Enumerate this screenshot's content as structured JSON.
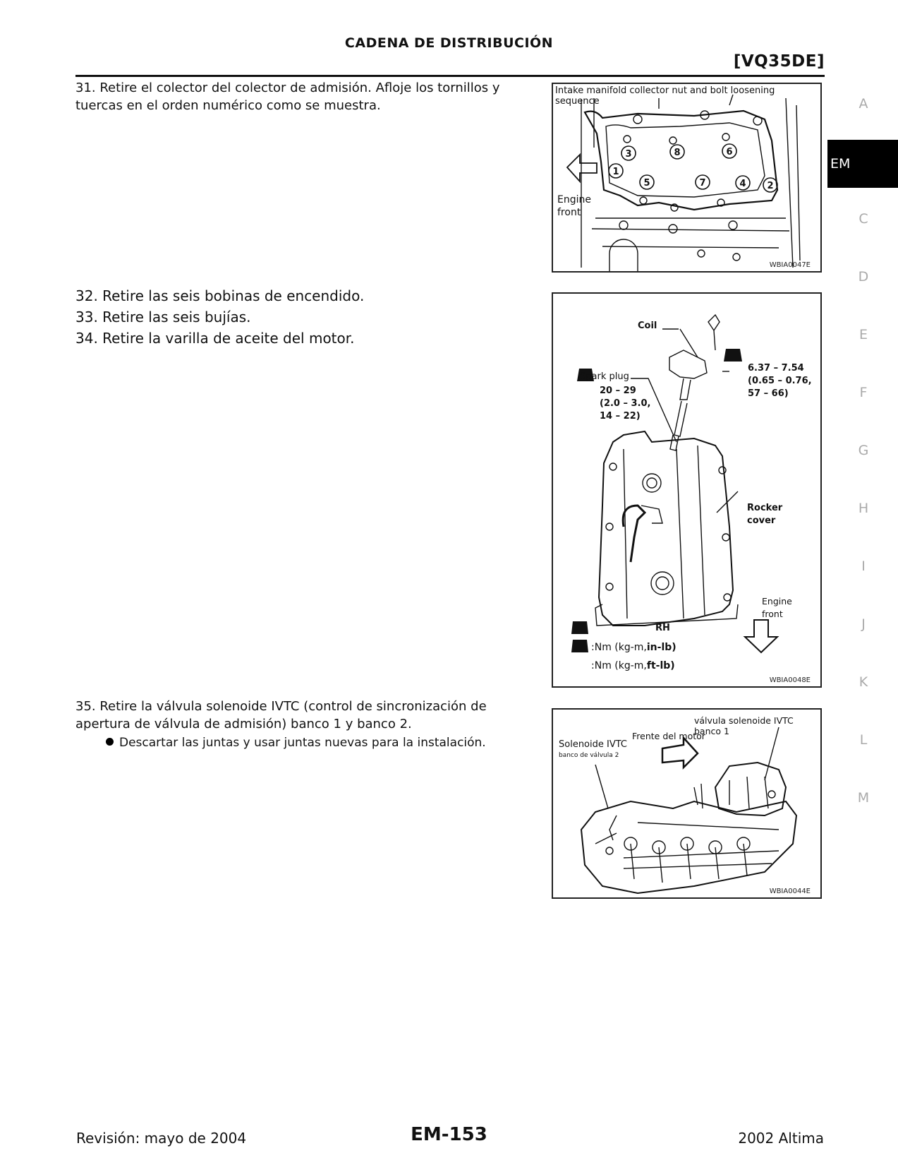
{
  "header": {
    "title": "CADENA DE DISTRIBUCIÓN",
    "engine_code": "[VQ35DE]"
  },
  "side_index": {
    "items": [
      "A",
      "EM",
      "C",
      "D",
      "E",
      "F",
      "G",
      "H",
      "I",
      "J",
      "K",
      "L",
      "M"
    ],
    "active": "EM"
  },
  "steps": {
    "s31": "31. Retire el colector del colector de admisión. Afloje los tornillos y tuercas en el orden numérico como se muestra.",
    "s32": "32. Retire las seis bobinas de encendido.",
    "s33": "33. Retire las seis bujías.",
    "s34": "34. Retire la varilla de aceite del motor.",
    "s35": "35. Retire la válvula solenoide IVTC (control de sincronización de apertura de válvula de admisión) banco 1 y banco 2.",
    "s35_bullet": "Descartar las juntas y usar juntas nuevas para la instalación."
  },
  "figures": {
    "fig1": {
      "title": "Intake manifold collector nut and bolt loosening sequence",
      "engine_front_1": "Engine",
      "engine_front_2": "front",
      "numbers": [
        "1",
        "2",
        "3",
        "4",
        "5",
        "6",
        "7",
        "8"
      ],
      "code": "WBIA0047E"
    },
    "fig2": {
      "coil": "Coil",
      "torque_coil_1": "6.37 – 7.54",
      "torque_coil_2": "(0.65 – 0.76,",
      "torque_coil_3": "57 – 66)",
      "spark_plug": "Spark plug",
      "torque_plug_1": "20 – 29",
      "torque_plug_2": "(2.0 – 3.0,",
      "torque_plug_3": "14 – 22)",
      "rocker_1": "Rocker",
      "rocker_2": "cover",
      "engine_front_1": "Engine",
      "engine_front_2": "front",
      "rh": "RH",
      "legend_in_prefix": ":Nm (kg-m,",
      "legend_in_unit": "in-lb)",
      "legend_ft_prefix": ":Nm (kg-m,",
      "legend_ft_unit": "ft-lb)",
      "code": "WBIA0048E"
    },
    "fig3": {
      "label_bank1": "válvula solenoide IVTC banco 1",
      "label_front": "Frente del motor",
      "label_bank2_1": "Solenoide IVTC",
      "label_bank2_2": "banco de válvula 2",
      "code": "WBIA0044E"
    }
  },
  "footer": {
    "revision": "Revisión: mayo de 2004",
    "page": "EM-153",
    "model": "2002 Altima"
  }
}
